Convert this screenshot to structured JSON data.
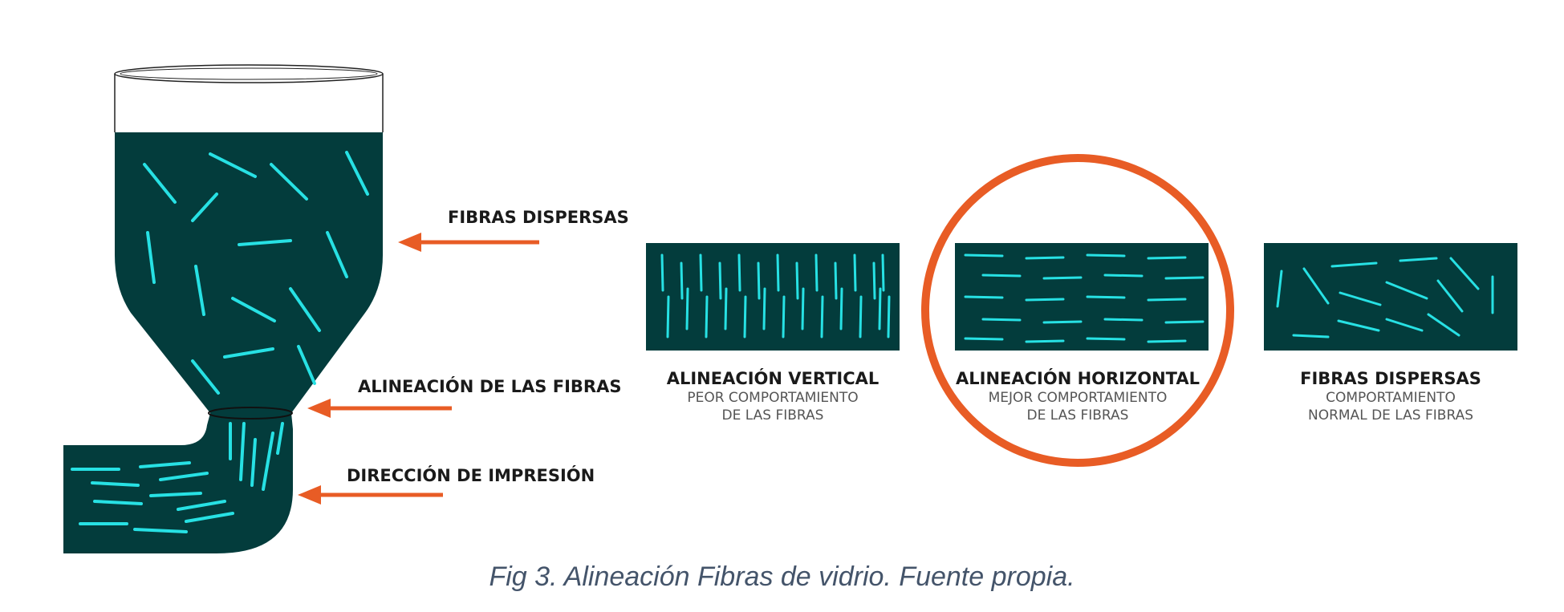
{
  "colors": {
    "fill": "#033c3c",
    "fiber": "#27e1e4",
    "accent": "#e85c25",
    "text": "#1a1a1a"
  },
  "labels": {
    "fibras_dispersas": "FIBRAS DISPERSAS",
    "alineacion": "ALINEACIÓN DE LAS FIBRAS",
    "direccion": "DIRECCIÓN DE IMPRESIÓN"
  },
  "panels": [
    {
      "title": "ALINEACIÓN VERTICAL",
      "line1": "PEOR COMPORTAMIENTO",
      "line2": "DE LAS FIBRAS"
    },
    {
      "title": "ALINEACIÓN HORIZONTAL",
      "line1": "MEJOR COMPORTAMIENTO",
      "line2": "DE LAS FIBRAS"
    },
    {
      "title": "FIBRAS DISPERSAS",
      "line1": "COMPORTAMIENTO",
      "line2": "NORMAL DE LAS FIBRAS"
    }
  ],
  "caption": "Fig 3. Alineación Fibras de vidrio. Fuente propia."
}
